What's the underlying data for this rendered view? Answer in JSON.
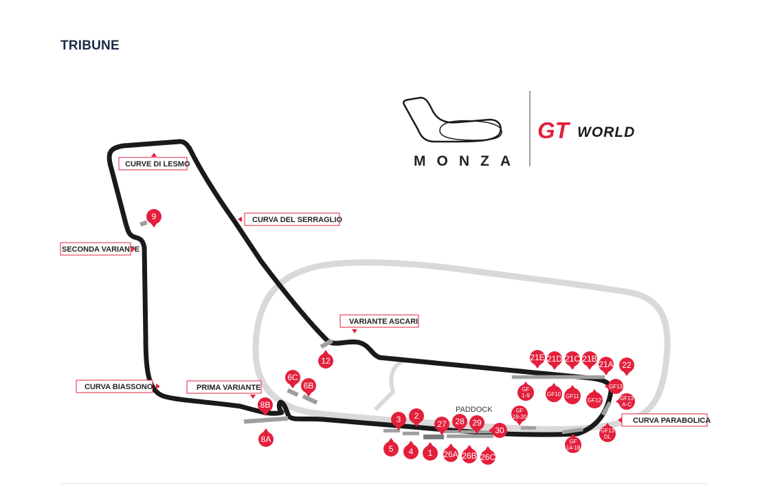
{
  "page": {
    "title": "TRIBUNE"
  },
  "logo": {
    "circuit_name": "MONZA",
    "brand_gt": "GT",
    "brand_world": "WORLD"
  },
  "colors": {
    "pin": "#e3203c",
    "track": "#1a1a1a",
    "oval": "#d9d9d9",
    "title": "#1c2a46"
  },
  "corners": {
    "curve_di_lesmo": "CURVE DI LESMO",
    "curva_del_serraglio": "CURVA DEL SERRAGLIO",
    "seconda_variante": "SECONDA VARIANTE",
    "variante_ascari": "VARIANTE ASCARI",
    "curva_biassono": "CURVA BIASSONO",
    "prima_variante": "PRIMA VARIANTE",
    "curva_parabolica": "CURVA PARABOLICA"
  },
  "paddock_label": "PADDOCK",
  "grandstands": {
    "g9": "9",
    "g12": "12",
    "g6c": "6C",
    "g6b": "6B",
    "g8b": "8B",
    "g8a": "8A",
    "g3": "3",
    "g2": "2",
    "g5": "5",
    "g4": "4",
    "g1": "1",
    "g27": "27",
    "g28": "28",
    "g29": "29",
    "g30": "30",
    "g26a": "26A",
    "g26b": "26B",
    "g26c": "26C",
    "g21e": "21E",
    "g21d": "21D",
    "g21c": "21C",
    "g21b": "21B",
    "g21a": "21A",
    "g22": "22",
    "gf1_l1": "GF",
    "gf1_l2": "1-9",
    "gf10": "GF10",
    "gf11": "GF11",
    "gf12": "GF12",
    "gf13": "GF13",
    "gf13ac_l1": "GF13",
    "gf13ac_l2": "A-C",
    "gf1920_l1": "GF",
    "gf1920_l2": "19-20",
    "gf13dl_l1": "GF13",
    "gf13dl_l2": "DL",
    "gf1418_l1": "GF",
    "gf1418_l2": "14-18"
  }
}
